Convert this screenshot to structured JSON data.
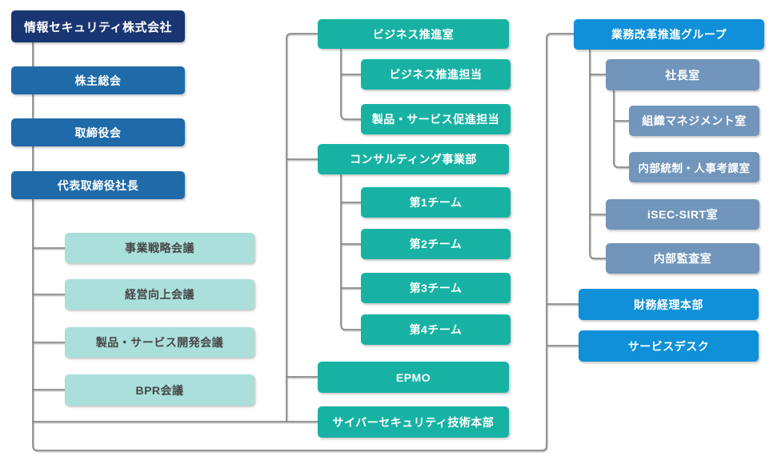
{
  "chart": {
    "root": "情報セキュリティ株式会社",
    "governance": [
      "株主総会",
      "取締役会",
      "代表取締役社長"
    ],
    "councils": [
      "事業戦略会議",
      "経営向上会議",
      "製品・サービス開発会議",
      "BPR会議"
    ],
    "business": {
      "promotion_office": "ビジネス推進室",
      "promotion_office_children": [
        "ビジネス推進担当",
        "製品・サービス促進担当"
      ],
      "consulting_division": "コンサルティング事業部",
      "consulting_teams": [
        "第1チーム",
        "第2チーム",
        "第3チーム",
        "第4チーム"
      ],
      "epmo": "EPMO",
      "cyber_security_hq": "サイバーセキュリティ技術本部"
    },
    "administration": {
      "reform_group": "業務改革推進グループ",
      "president_office": "社長室",
      "president_office_children": [
        "組織マネジメント室",
        "内部統制・人事考課室"
      ],
      "isec_sirt_office": "iSEC-SIRT室",
      "internal_audit_office": "内部監査室",
      "finance_accounting_hq": "財務経理本部",
      "service_desk": "サービスデスク"
    }
  },
  "colors": {
    "root_box": "#1a3672",
    "governance_box": "#1f6aa9",
    "council_box": "#aadfdb",
    "council_text": "#474747",
    "business_box": "#17b2a3",
    "admin_primary_box": "#0f90d8",
    "admin_secondary_box": "#7195bb",
    "connector_line": "#7a7a7a",
    "background": "#ffffff"
  }
}
